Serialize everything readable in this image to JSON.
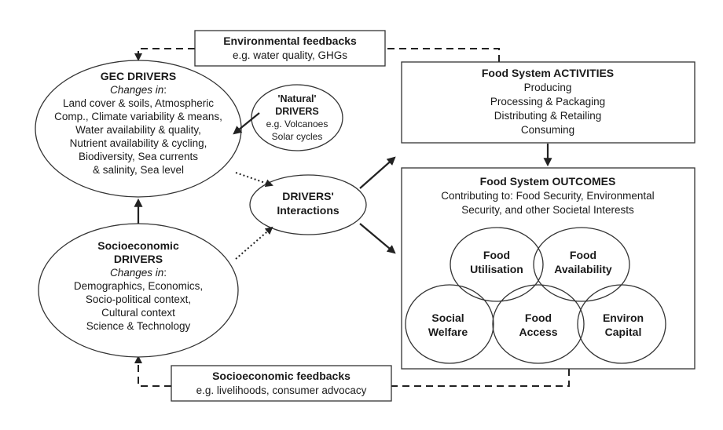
{
  "env_feedback": {
    "title": "Environmental feedbacks",
    "subtitle": "e.g. water quality, GHGs"
  },
  "gec": {
    "title": "GEC DRIVERS",
    "changes": "Changes in",
    "colon": ":",
    "lines": [
      "Land cover & soils, Atmospheric",
      "Comp., Climate variability & means,",
      "Water availability & quality,",
      "Nutrient availability & cycling,",
      "Biodiversity, Sea currents",
      "& salinity, Sea level"
    ]
  },
  "natural": {
    "title1": "'Natural'",
    "title2": "DRIVERS",
    "lines": [
      "e.g. Volcanoes",
      "Solar cycles"
    ]
  },
  "socio": {
    "title1": "Socioeconomic",
    "title2": "DRIVERS",
    "changes": "Changes in",
    "colon": ":",
    "lines": [
      "Demographics, Economics,",
      "Socio-political context,",
      "Cultural context",
      "Science & Technology"
    ]
  },
  "interactions": {
    "line1": "DRIVERS'",
    "line2": "Interactions"
  },
  "activities": {
    "title": "Food System ACTIVITIES",
    "lines": [
      "Producing",
      "Processing & Packaging",
      "Distributing & Retailing",
      "Consuming"
    ]
  },
  "outcomes": {
    "title": "Food  System OUTCOMES",
    "lines": [
      "Contributing to: Food Security, Environmental",
      "Security, and other Societal Interests"
    ],
    "circles": {
      "utilisation": [
        "Food",
        "Utilisation"
      ],
      "availability": [
        "Food",
        "Availability"
      ],
      "welfare": [
        "Social",
        "Welfare"
      ],
      "access": [
        "Food",
        "Access"
      ],
      "environ": [
        "Environ",
        "Capital"
      ]
    }
  },
  "socio_feedback": {
    "title": "Socioeconomic feedbacks",
    "subtitle": "e.g. livelihoods, consumer advocacy"
  }
}
